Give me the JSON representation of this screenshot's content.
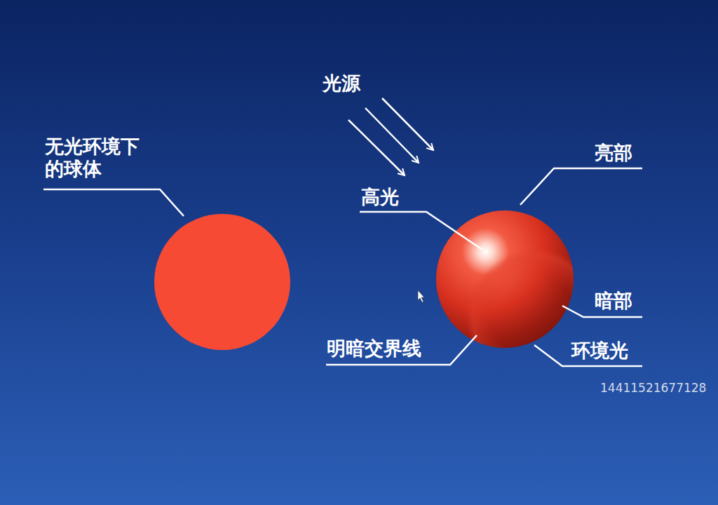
{
  "diagram": {
    "labels": [
      "光源",
      "无光环境下 的球体",
      "亮部",
      "高光",
      "暗部",
      "明暗交界线",
      "环境光",
      "14411521677128"
    ]
  }
}
